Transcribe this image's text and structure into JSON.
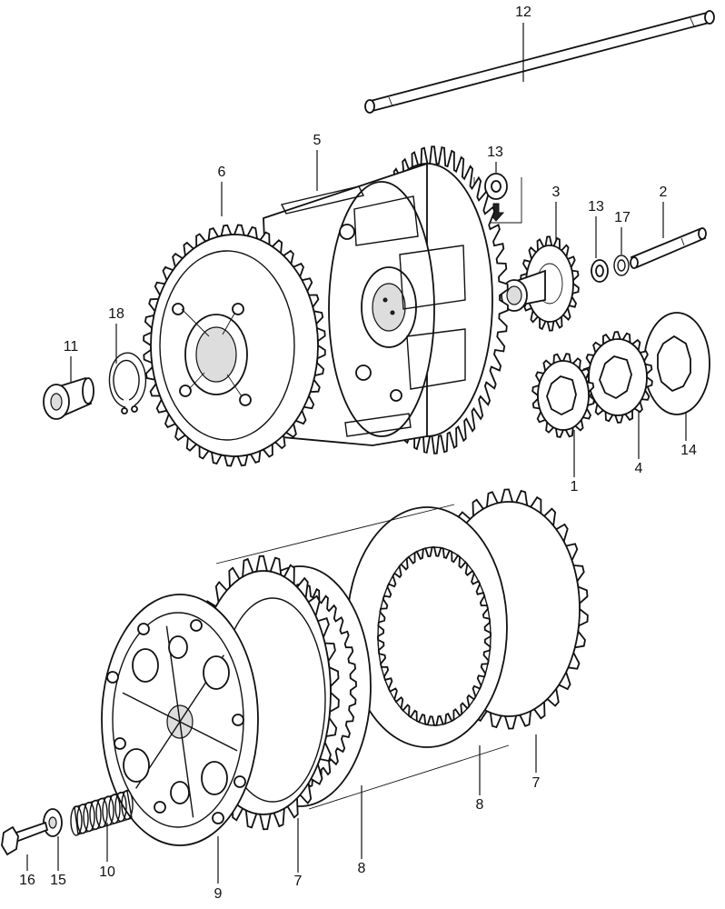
{
  "callouts": {
    "c1": "1",
    "c2": "2",
    "c3": "3",
    "c4": "4",
    "c5": "5",
    "c6": "6",
    "c7a": "7",
    "c7b": "7",
    "c8a": "8",
    "c8b": "8",
    "c9": "9",
    "c10": "10",
    "c11": "11",
    "c12": "12",
    "c13a": "13",
    "c13b": "13",
    "c14": "14",
    "c15": "15",
    "c16": "16",
    "c17": "17",
    "c18": "18"
  }
}
